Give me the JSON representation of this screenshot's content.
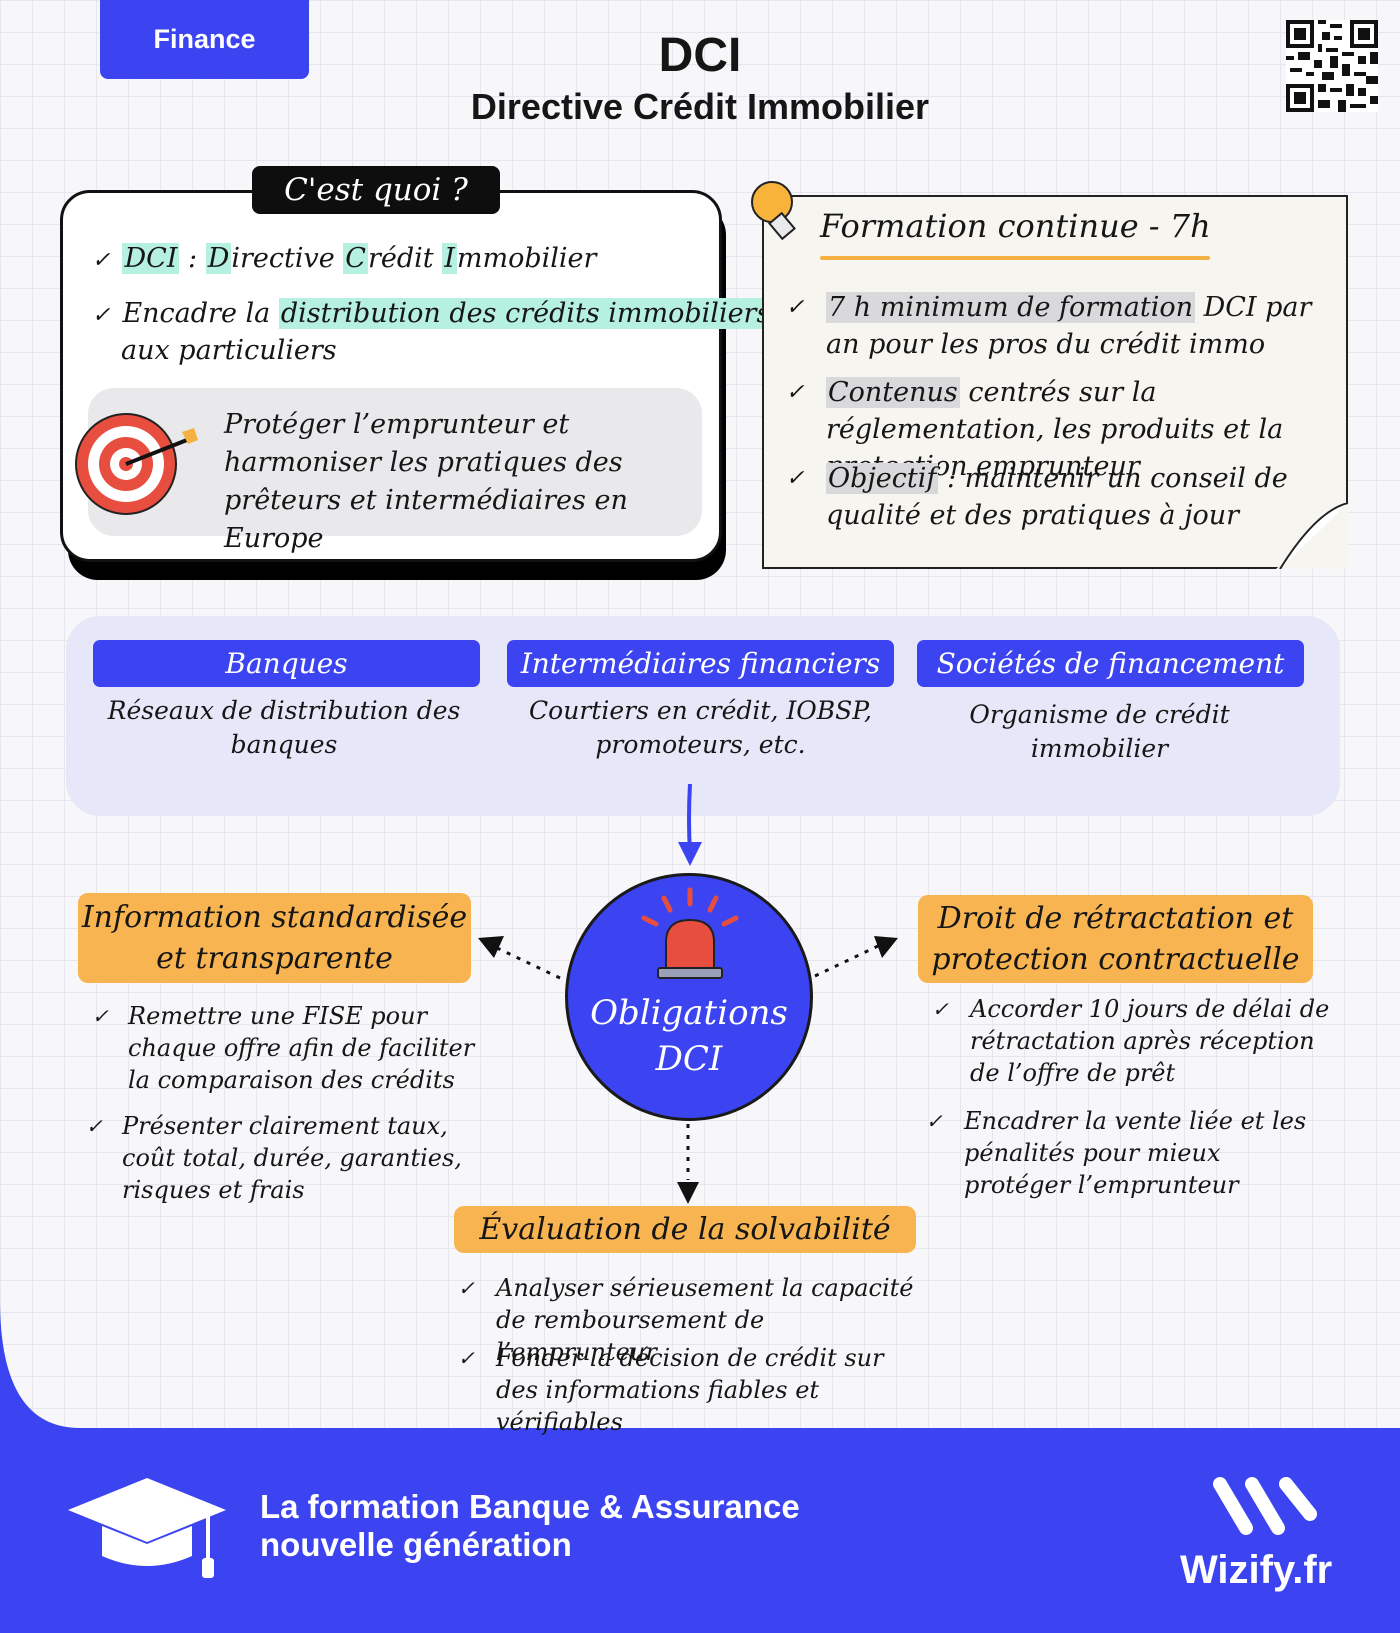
{
  "header": {
    "tag": "Finance",
    "title": "DCI",
    "subtitle": "Directive Crédit Immobilier"
  },
  "quoi": {
    "label": "C'est quoi ?",
    "line1": {
      "a": "DCI",
      "b": " : ",
      "c": "D",
      "d": "irective ",
      "e": "C",
      "f": "rédit ",
      "g": "I",
      "h": "mmobilier"
    },
    "line2": {
      "a": "Encadre la ",
      "b": "distribution des crédits immobiliers",
      "c": "aux particuliers"
    },
    "goal": "Protéger l’emprunteur et harmoniser les pratiques des prêteurs et intermédiaires en Europe"
  },
  "formation": {
    "title": "Formation continue - 7h",
    "items": [
      {
        "hl": "7 h minimum de formation",
        "rest": " DCI par an pour les pros du crédit immo"
      },
      {
        "hl": "Contenus",
        "rest": " centrés sur la réglementation, les produits et la protection emprunteur"
      },
      {
        "hl": "Objectif",
        "rest": " : maintenir un conseil de qualité et des pratiques à jour"
      }
    ]
  },
  "actors": [
    {
      "title": "Banques",
      "desc": "Réseaux de distribution des banques"
    },
    {
      "title": "Intermédiaires financiers",
      "desc": "Courtiers en crédit, IOBSP, promoteurs, etc."
    },
    {
      "title": "Sociétés de financement",
      "desc": "Organisme de crédit immobilier"
    }
  ],
  "center": {
    "line1": "Obligations",
    "line2": "DCI"
  },
  "obligations": {
    "info": {
      "title": "Information standardisée et transparente",
      "items": [
        "Remettre une FISE pour chaque offre afin de faciliter la comparaison des crédits",
        "Présenter clairement taux, coût total, durée, garanties, risques et frais"
      ]
    },
    "droit": {
      "title": "Droit de rétractation et protection contractuelle",
      "items": [
        "Accorder 10 jours de délai de rétractation après réception de l’offre de prêt",
        "Encadrer la vente liée et les pénalités pour mieux protéger l’emprunteur"
      ]
    },
    "solva": {
      "title": "Évaluation de la solvabilité",
      "items": [
        "Analyser sérieusement la capacité de remboursement de l’emprunteur",
        "Fonder la décision de crédit sur des informations fiables et vérifiables"
      ]
    }
  },
  "footer": {
    "line1": "La formation Banque & Assurance",
    "line2": "nouvelle génération",
    "brand": "Wizify.fr"
  },
  "colors": {
    "primary": "#3b44f0",
    "accent": "#f8b451",
    "highlight": "#b6f0e0"
  },
  "icons": [
    "qr-code-icon",
    "target-icon",
    "lightbulb-icon",
    "siren-icon",
    "graduation-cap-icon",
    "wizify-logo-icon",
    "check-icon"
  ]
}
